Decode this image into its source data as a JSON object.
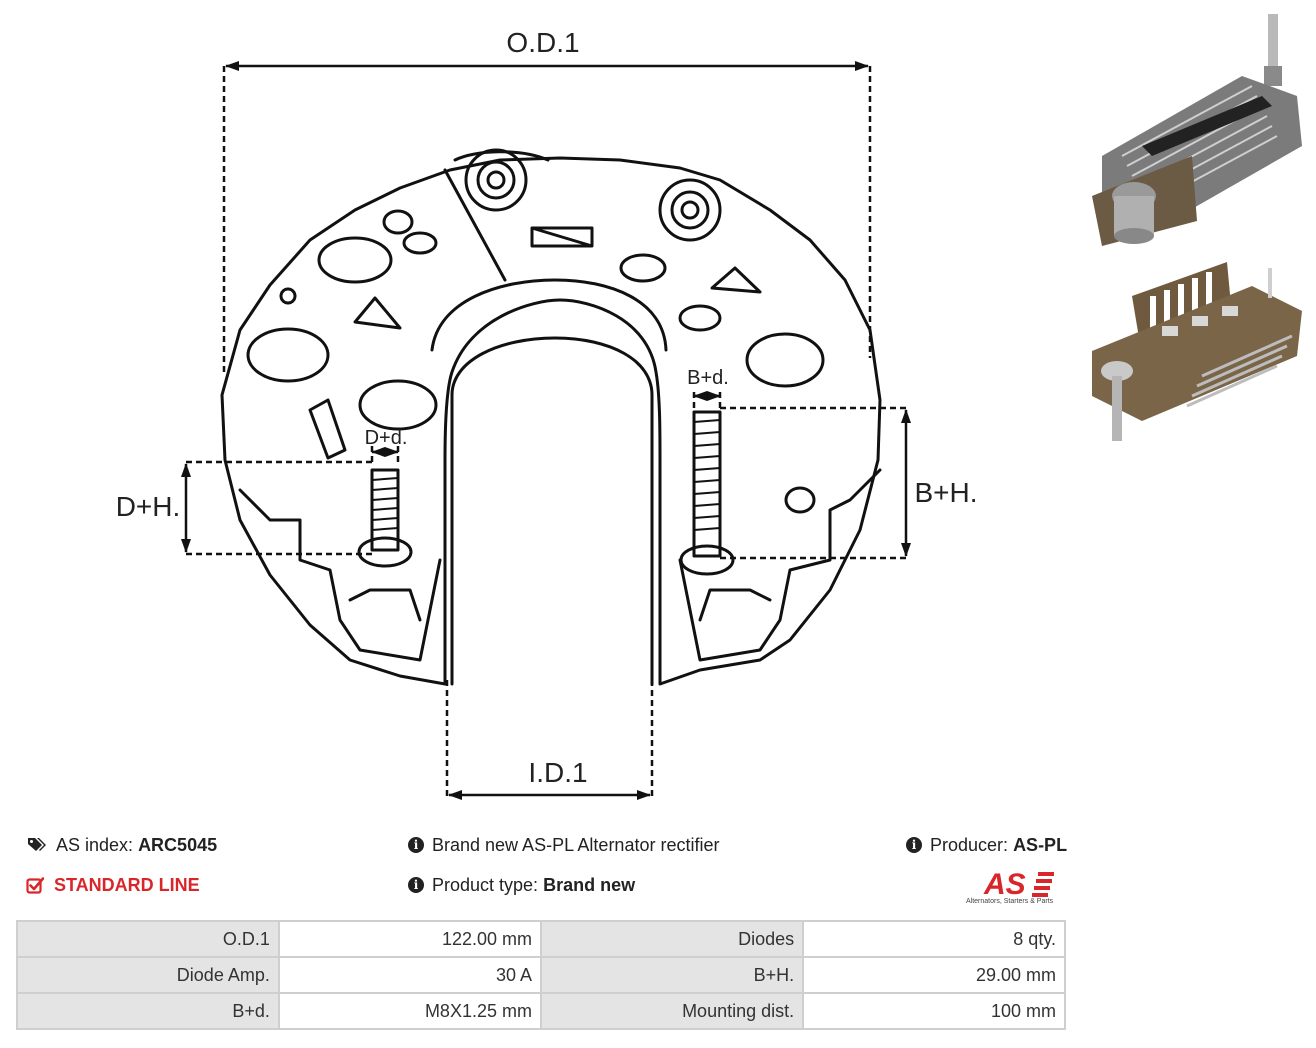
{
  "drawing": {
    "labels": {
      "od": "O.D.1",
      "id": "I.D.1",
      "dh": "D+H.",
      "bh": "B+H.",
      "dd": "D+d.",
      "bd": "B+d."
    }
  },
  "info": {
    "as_index_label": "AS index:",
    "as_index_value": "ARC5045",
    "line": "STANDARD LINE",
    "description": "Brand new AS-PL Alternator rectifier",
    "product_type_label": "Product type:",
    "product_type_value": "Brand new",
    "producer_label": "Producer:",
    "producer_value": "AS-PL"
  },
  "logo": {
    "mark": "AS",
    "tagline": "Alternators, Starters & Parts"
  },
  "specs": [
    {
      "label1": "O.D.1",
      "value1": "122.00 mm",
      "label2": "Diodes",
      "value2": "8 qty."
    },
    {
      "label1": "Diode Amp.",
      "value1": "30 A",
      "label2": "B+H.",
      "value2": "29.00 mm"
    },
    {
      "label1": "B+d.",
      "value1": "M8X1.25 mm",
      "label2": "Mounting dist.",
      "value2": "100 mm"
    }
  ],
  "colors": {
    "brand_red": "#d9262a",
    "table_label_bg": "#e4e4e4",
    "table_border": "#cfcfcf"
  }
}
